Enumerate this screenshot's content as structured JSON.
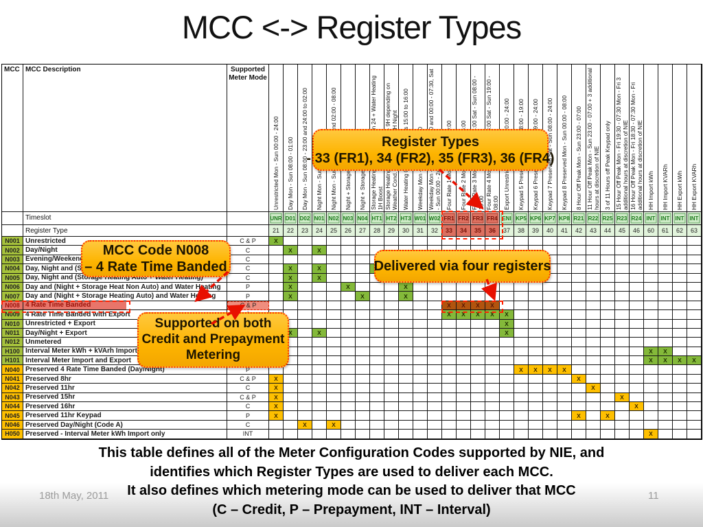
{
  "slide": {
    "title": "MCC <-> Register Types",
    "footer_date": "18th May, 2011",
    "footer_page": "11",
    "bottom_text_lines": [
      "This table defines all of the Meter Configuration Codes supported by NIE, and",
      "identifies which Register Types are used to deliver each MCC.",
      "It also defines which metering mode can be used to deliver that MCC",
      "(C – Credit, P – Prepayment, INT – Interval)"
    ]
  },
  "callouts": {
    "register_types": {
      "lines": [
        "Register Types",
        "- 33 (FR1), 34 (FR2), 35 (FR3), 36 (FR4)"
      ]
    },
    "mcc_code": {
      "lines": [
        "MCC Code N008",
        "– 4 Rate Time Banded"
      ]
    },
    "delivered": {
      "lines": [
        "Delivered via four registers"
      ]
    },
    "supported": {
      "lines": [
        "Supported on both",
        "Credit and Prepayment",
        "Metering"
      ]
    }
  },
  "table": {
    "corner_headers": {
      "mcc": "MCC",
      "description": "MCC Description",
      "mode": "Supported Meter Mode"
    },
    "row_labels": {
      "timeslot": "Timeslot",
      "register_type": "Register Type"
    },
    "columns": [
      {
        "id": "UNR",
        "code": "UNR",
        "reg": "21",
        "header": "Unrestricted Mon - Sun 00:00 - 24:00",
        "highlight": false
      },
      {
        "id": "D01",
        "code": "D01",
        "reg": "22",
        "header": "Day Mon - Sun 08:00 - 01:00",
        "highlight": false
      },
      {
        "id": "D02",
        "code": "D02",
        "reg": "23",
        "header": "Day Mon - Sun 08:00 - 23:00 and 24:00 to 02:00",
        "highlight": false
      },
      {
        "id": "N01",
        "code": "N01",
        "reg": "24",
        "header": "Night Mon - Sun 01:00 - 08:00",
        "highlight": false
      },
      {
        "id": "N02",
        "code": "N02",
        "reg": "25",
        "header": "Night Mon - Sun 23:00 - 24:00 and 02:00 - 08:00",
        "highlight": false
      },
      {
        "id": "N03",
        "code": "N03",
        "reg": "26",
        "header": "Night + Storage Heat Non Auto",
        "highlight": false
      },
      {
        "id": "N04",
        "code": "N04",
        "reg": "27",
        "header": "Night + Storage Heating Auto",
        "highlight": false
      },
      {
        "id": "HT1",
        "code": "HT1",
        "reg": "28",
        "header": "Storage Heating Mon - Sun 7H in 24 + Water Heating 1H Boost",
        "highlight": false
      },
      {
        "id": "HT2",
        "code": "HT2",
        "reg": "29",
        "header": "Storage Heating Mon - Sun 0.5 - 9H depending on Weather Cond. Water Heating 4H Night",
        "highlight": false
      },
      {
        "id": "HT3",
        "code": "HT3",
        "reg": "30",
        "header": "Water Heating 02:00 - 08:00 plus 15:00 to 16:00",
        "highlight": false
      },
      {
        "id": "W01",
        "code": "W01",
        "reg": "31",
        "header": "Weekday Mon - Fri 07:30 - 20:00",
        "highlight": false
      },
      {
        "id": "W02",
        "code": "W02",
        "reg": "32",
        "header": "Weekday Mon - Fri 20:00 - 24:00 and 00:00 - 07:30, Sat - Sun 00:00 - 24:00",
        "highlight": false
      },
      {
        "id": "FR1",
        "code": "FR1",
        "reg": "33",
        "header": "Four Rate 1 Mon - Fri 16:00 - 19:00",
        "highlight": true
      },
      {
        "id": "FR2",
        "code": "FR2",
        "reg": "34",
        "header": "Four Rate 2 Mon - Fri 08:00 - 16:00",
        "highlight": true
      },
      {
        "id": "FR3",
        "code": "FR3",
        "reg": "35",
        "header": "Four Rate 3 Mon - Fri 19:00 - 24:00 Sat - Sun 08:00 - 19:00",
        "highlight": true
      },
      {
        "id": "FR4",
        "code": "FR4",
        "reg": "36",
        "header": "Four Rate 4 Mon - Fri 00:00 - 08:00 Sat - Sun 19:00 - 08:00",
        "highlight": true
      },
      {
        "id": "ENI",
        "code": "ENI",
        "reg": "37",
        "header": "Export Unrestricted Mon - Sun 00:00 - 24:00",
        "highlight": false
      },
      {
        "id": "KP5",
        "code": "KP5",
        "reg": "38",
        "header": "Keypad 5 Preserved Mon - Fri 08:00 - 19:00",
        "highlight": false
      },
      {
        "id": "KP6",
        "code": "KP6",
        "reg": "39",
        "header": "Keypad 6 Preserved Mon - Fri 19:00 - 24:00",
        "highlight": false
      },
      {
        "id": "KP7",
        "code": "KP7",
        "reg": "40",
        "header": "Keypad 7 Preserved Sat - Sun 08:00 - 24:00",
        "highlight": false
      },
      {
        "id": "KP8",
        "code": "KP8",
        "reg": "41",
        "header": "Keypad 8 Preserved Mon - Sun 00:00 - 08:00",
        "highlight": false
      },
      {
        "id": "R21",
        "code": "R21",
        "reg": "42",
        "header": "8 Hour Off Peak Mon - Sun 23:00 - 07:00",
        "highlight": false
      },
      {
        "id": "R22",
        "code": "R22",
        "reg": "43",
        "header": "11 Hour Off Peak Mon - Sun 23:00 - 07:00 + 3 additional hours at discretion of NIE",
        "highlight": false
      },
      {
        "id": "R25",
        "code": "R25",
        "reg": "44",
        "header": "3 of 11 Hours off Peak Keypad only",
        "highlight": false
      },
      {
        "id": "R23",
        "code": "R23",
        "reg": "45",
        "header": "15 Hour Off Peak Mon - Fri 19:30 - 07:30 Mon - Fri 3 additional hours at discretion of NIE",
        "highlight": false
      },
      {
        "id": "R24",
        "code": "R24",
        "reg": "46",
        "header": "16 Hour Off Peak Mon - Fri 18:30 - 07:30 Mon - Fri additional hours at discretion of NIE",
        "highlight": false
      },
      {
        "id": "I60",
        "code": "INT",
        "reg": "60",
        "header": "HH Import kWh",
        "highlight": false
      },
      {
        "id": "I61",
        "code": "INT",
        "reg": "61",
        "header": "HH Import KVARh",
        "highlight": false
      },
      {
        "id": "I62",
        "code": "INT",
        "reg": "62",
        "header": "HH Export kWh",
        "highlight": false
      },
      {
        "id": "I63",
        "code": "INT",
        "reg": "63",
        "header": "HH Export KVARh",
        "highlight": false
      }
    ],
    "rows": [
      {
        "code": "N001",
        "desc": "Unrestricted",
        "mode": "C & P",
        "band": "green",
        "marks": {
          "UNR": "g"
        }
      },
      {
        "code": "N002",
        "desc": "Day/Night",
        "mode": "C",
        "band": "green",
        "marks": {
          "D01": "g",
          "N01": "g"
        }
      },
      {
        "code": "N003",
        "desc": "Evening/Weekend",
        "mode": "C",
        "band": "green",
        "marks": {}
      },
      {
        "code": "N004",
        "desc": "Day, Night and (Storage Heat Non Auto + Water Heating)",
        "mode": "C",
        "band": "green",
        "marks": {
          "D01": "g",
          "N01": "g",
          "HT1": "g"
        }
      },
      {
        "code": "N005",
        "desc": "Day, Night and (Storage Heating Auto + Water Heating)",
        "mode": "C",
        "band": "green",
        "marks": {
          "D01": "g",
          "N01": "g"
        }
      },
      {
        "code": "N006",
        "desc": "Day and (Night + Storage Heat Non Auto) and Water Heating",
        "mode": "P",
        "band": "green",
        "marks": {
          "D01": "g",
          "N03": "g",
          "HT3": "g"
        }
      },
      {
        "code": "N007",
        "desc": "Day and (Night + Storage Heating Auto) and Water Heating",
        "mode": "P",
        "band": "green",
        "marks": {
          "D01": "g",
          "N04": "g",
          "HT3": "g"
        }
      },
      {
        "code": "N008",
        "desc": "4 Rate Time Banded",
        "mode": "C & P",
        "band": "red",
        "marks": {
          "FR1": "r",
          "FR2": "r",
          "FR3": "r",
          "FR4": "r"
        }
      },
      {
        "code": "N009",
        "desc": "4 Rate Time Banded with Export",
        "mode": "C",
        "band": "green",
        "marks": {
          "FR1": "g",
          "FR2": "g",
          "FR3": "g",
          "FR4": "g",
          "ENI": "g"
        }
      },
      {
        "code": "N010",
        "desc": "Unrestricted + Export",
        "mode": "",
        "band": "green",
        "marks": {
          "ENI": "g"
        }
      },
      {
        "code": "N011",
        "desc": "Day/Night + Export",
        "mode": "",
        "band": "green",
        "marks": {
          "D01": "g",
          "N01": "g",
          "ENI": "g"
        }
      },
      {
        "code": "N012",
        "desc": "Unmetered",
        "mode": "",
        "band": "green",
        "marks": {}
      },
      {
        "code": "H100",
        "desc": "Interval Meter kWh + kVArh Import",
        "mode": "",
        "band": "green",
        "marks": {
          "I60": "g",
          "I61": "g"
        }
      },
      {
        "code": "H101",
        "desc": "Interval Meter Import and Export",
        "mode": "",
        "band": "green",
        "marks": {
          "I60": "g",
          "I61": "g",
          "I62": "g",
          "I63": "g"
        }
      },
      {
        "code": "N040",
        "desc": "Preserved 4 Rate Time Banded (Day/Night)",
        "mode": "P",
        "band": "orange",
        "marks": {
          "KP5": "y",
          "KP6": "y",
          "KP7": "y",
          "KP8": "y"
        }
      },
      {
        "code": "N041",
        "desc": "Preserved 8hr",
        "mode": "C & P",
        "band": "orange",
        "marks": {
          "UNR": "y",
          "R21": "y"
        }
      },
      {
        "code": "N042",
        "desc": "Preserved 11hr",
        "mode": "C",
        "band": "orange",
        "marks": {
          "UNR": "y",
          "R22": "y"
        }
      },
      {
        "code": "N043",
        "desc": "Preserved 15hr",
        "mode": "C & P",
        "band": "orange",
        "marks": {
          "UNR": "y",
          "R23": "y"
        }
      },
      {
        "code": "N044",
        "desc": "Preserved 16hr",
        "mode": "C",
        "band": "orange",
        "marks": {
          "UNR": "y",
          "R24": "y"
        }
      },
      {
        "code": "N045",
        "desc": "Preserved 11hr Keypad",
        "mode": "P",
        "band": "orange",
        "marks": {
          "UNR": "y",
          "R21": "y",
          "R25": "y"
        }
      },
      {
        "code": "N046",
        "desc": "Preserved Day/Night (Code A)",
        "mode": "C",
        "band": "orange",
        "marks": {
          "D02": "y",
          "N02": "y"
        }
      },
      {
        "code": "H050",
        "desc": "Preserved - Interval Meter kWh Import only",
        "mode": "INT",
        "band": "orange",
        "marks": {
          "I60": "y"
        }
      }
    ],
    "colors": {
      "band_green": "#a6c23c",
      "band_orange": "#ffc000",
      "highlight_salmon": "#e8756a",
      "x_green": "#84b93a",
      "x_yellow": "#ffc000",
      "x_red": "#b2540e",
      "timeslot_green": "#cdeac6",
      "callout_orange": "#fdb400",
      "callout_border_red": "#ff2d00"
    }
  }
}
